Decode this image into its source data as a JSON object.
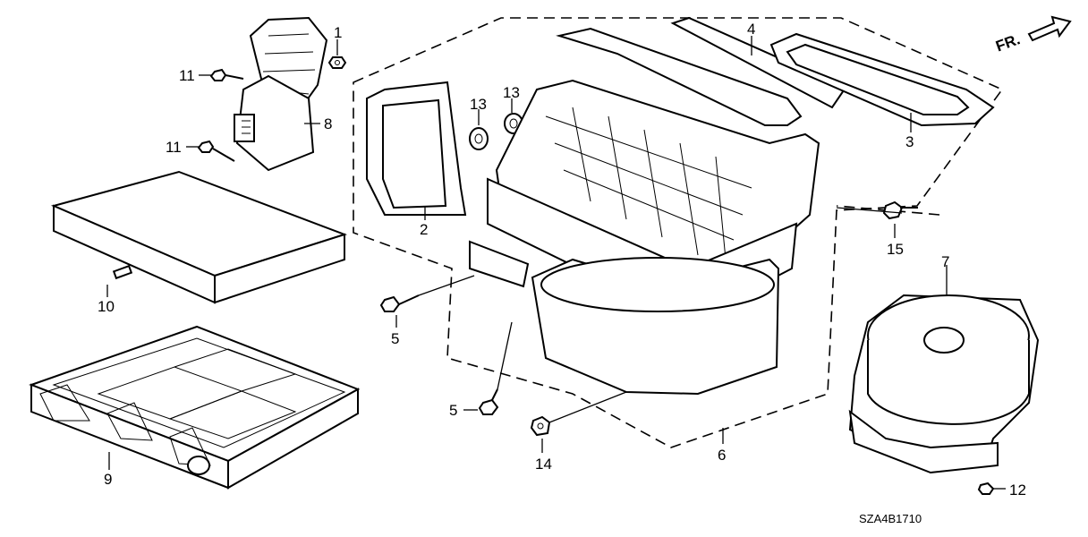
{
  "diagram": {
    "orientation_label": "FR.",
    "diagram_code": "SZA4B1710",
    "callouts": {
      "c1": "1",
      "c2": "2",
      "c3": "3",
      "c4": "4",
      "c5a": "5",
      "c5b": "5",
      "c6": "6",
      "c7": "7",
      "c8": "8",
      "c9": "9",
      "c10": "10",
      "c11a": "11",
      "c11b": "11",
      "c12": "12",
      "c13a": "13",
      "c13b": "13",
      "c14": "14",
      "c15": "15"
    }
  }
}
